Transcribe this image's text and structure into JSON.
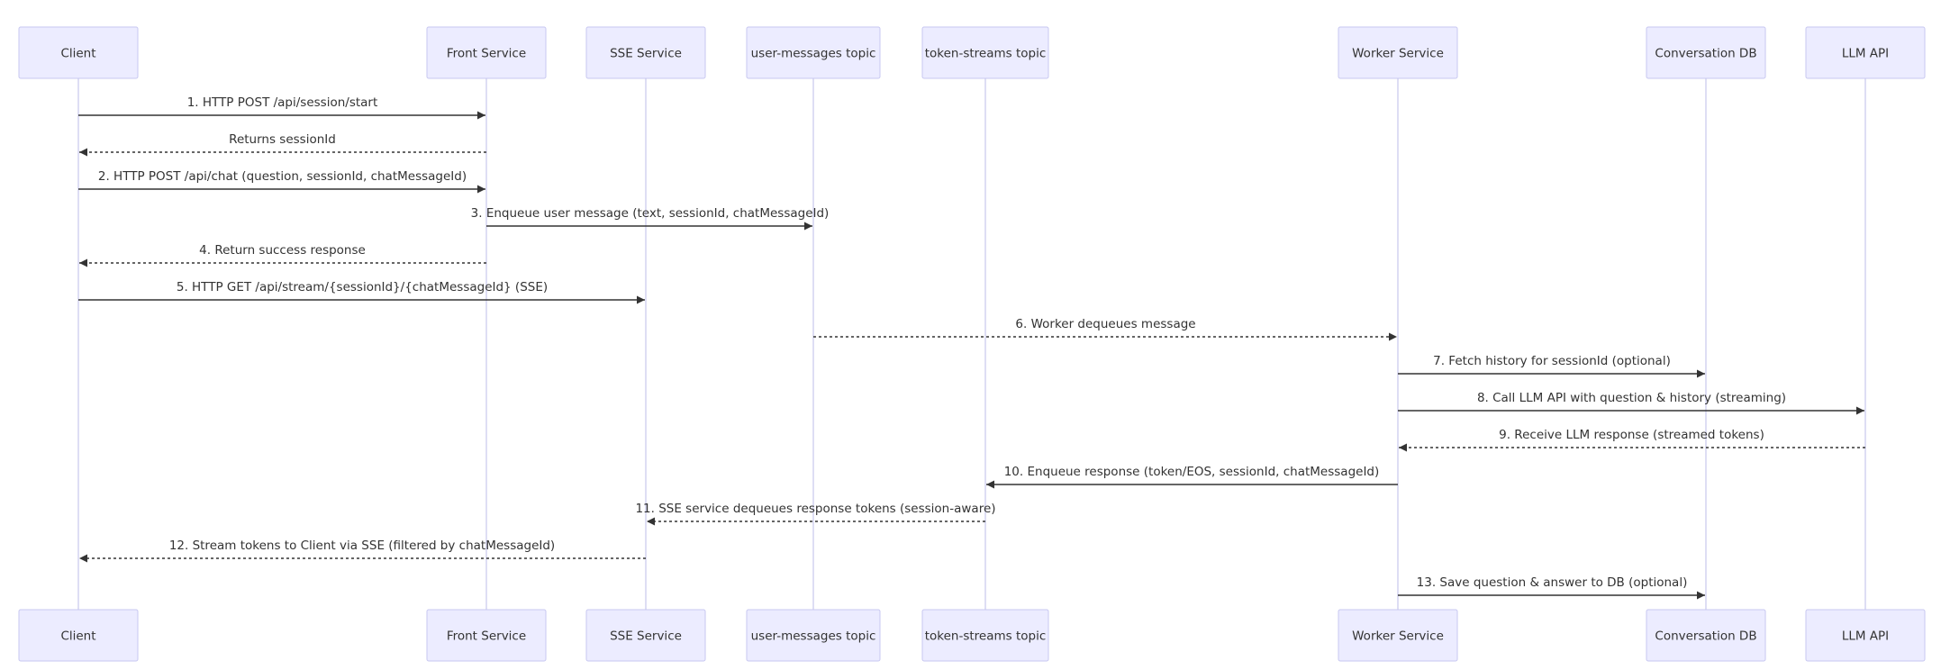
{
  "actors": [
    {
      "id": "client",
      "label": "Client"
    },
    {
      "id": "front",
      "label": "Front Service"
    },
    {
      "id": "sse",
      "label": "SSE Service"
    },
    {
      "id": "umt",
      "label": "user-messages topic"
    },
    {
      "id": "tst",
      "label": "token-streams topic"
    },
    {
      "id": "worker",
      "label": "Worker Service"
    },
    {
      "id": "convdb",
      "label": "Conversation DB"
    },
    {
      "id": "llm",
      "label": "LLM API"
    }
  ],
  "messages": [
    {
      "from": "client",
      "to": "front",
      "style": "solid",
      "text": "1. HTTP POST /api/session/start"
    },
    {
      "from": "front",
      "to": "client",
      "style": "dotted",
      "text": "Returns sessionId"
    },
    {
      "from": "client",
      "to": "front",
      "style": "solid",
      "text": "2. HTTP POST /api/chat (question, sessionId, chatMessageId)"
    },
    {
      "from": "front",
      "to": "umt",
      "style": "solid",
      "text": "3. Enqueue user message (text, sessionId, chatMessageId)"
    },
    {
      "from": "front",
      "to": "client",
      "style": "dotted",
      "text": "4. Return success response"
    },
    {
      "from": "client",
      "to": "sse",
      "style": "solid",
      "text": "5. HTTP GET /api/stream/{sessionId}/{chatMessageId} (SSE)"
    },
    {
      "from": "umt",
      "to": "worker",
      "style": "dotted",
      "text": "6. Worker dequeues message"
    },
    {
      "from": "worker",
      "to": "convdb",
      "style": "solid",
      "text": "7. Fetch history for sessionId (optional)"
    },
    {
      "from": "worker",
      "to": "llm",
      "style": "solid",
      "text": "8. Call LLM API with question & history (streaming)"
    },
    {
      "from": "llm",
      "to": "worker",
      "style": "dotted",
      "text": "9. Receive LLM response (streamed tokens)"
    },
    {
      "from": "worker",
      "to": "tst",
      "style": "solid",
      "text": "10. Enqueue response (token/EOS, sessionId, chatMessageId)"
    },
    {
      "from": "tst",
      "to": "sse",
      "style": "dotted",
      "text": "11. SSE service dequeues response tokens (session-aware)"
    },
    {
      "from": "sse",
      "to": "client",
      "style": "dotted",
      "text": "12. Stream tokens to Client via SSE (filtered by chatMessageId)"
    },
    {
      "from": "worker",
      "to": "convdb",
      "style": "solid",
      "text": "13. Save question & answer to DB (optional)"
    }
  ]
}
